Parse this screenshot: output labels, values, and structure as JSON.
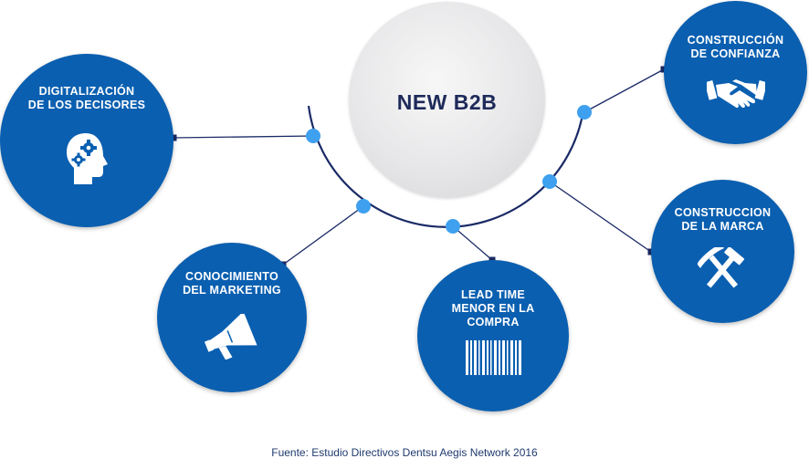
{
  "center": {
    "title": "NEW B2B"
  },
  "nodes": [
    {
      "id": "digitalizacion",
      "lines": [
        "DIGITALIZACIÓN",
        "DE LOS DECISORES"
      ],
      "icon": "head-gears-icon"
    },
    {
      "id": "conocimiento",
      "lines": [
        "CONOCIMIENTO",
        "DEL MARKETING"
      ],
      "icon": "megaphone-icon"
    },
    {
      "id": "lead-time",
      "lines": [
        "LEAD TIME",
        "MENOR EN LA",
        "COMPRA"
      ],
      "icon": "barcode-icon"
    },
    {
      "id": "construccion-confianza",
      "lines": [
        "CONSTRUCCIÓN",
        "DE CONFIANZA"
      ],
      "icon": "handshake-icon"
    },
    {
      "id": "construccion-marca",
      "lines": [
        "CONSTRUCCION",
        "DE LA MARCA"
      ],
      "icon": "hammer-pick-icon"
    }
  ],
  "footer": {
    "source": "Fuente: Estudio Directivos Dentsu Aegis Network 2016"
  },
  "colors": {
    "node": "#0a5fb0",
    "dot": "#3ea0ee",
    "arc": "#1a2a66",
    "title": "#1e2a5a"
  }
}
